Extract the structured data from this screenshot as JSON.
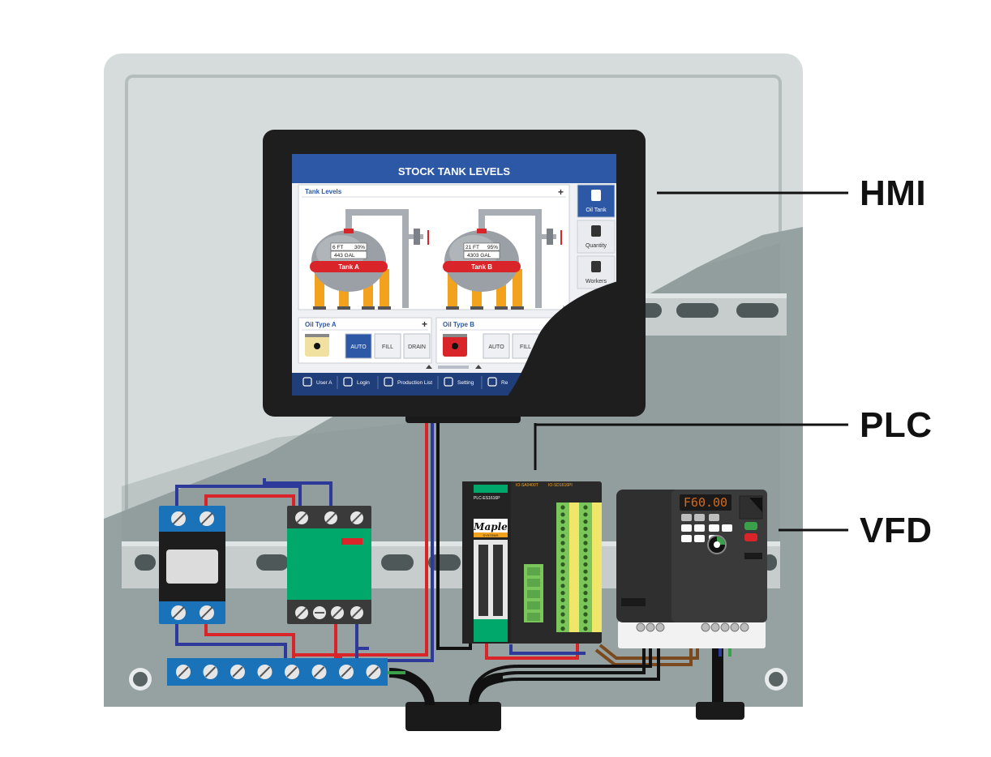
{
  "callouts": {
    "hmi": "HMI",
    "plc": "PLC",
    "vfd": "VFD"
  },
  "hmi_screen": {
    "title": "STOCK TANK LEVELS",
    "tank_panel_title": "Tank Levels",
    "plus_symbol": "+",
    "tanks": [
      {
        "name": "Tank A",
        "level_ft": "6 FT",
        "percent": "30%",
        "gallons": "443 GAL"
      },
      {
        "name": "Tank B",
        "level_ft": "21 FT",
        "percent": "95%",
        "gallons": "4303 GAL"
      }
    ],
    "side_menu": [
      {
        "label": "Oil Tank",
        "icon": "oil-tank-icon",
        "active": true
      },
      {
        "label": "Quantity",
        "icon": "quantity-icon",
        "active": false
      },
      {
        "label": "Workers",
        "icon": "workers-icon",
        "active": false
      }
    ],
    "oil_types": [
      {
        "title": "Oil Type A",
        "buttons": [
          "AUTO",
          "FILL",
          "DRAIN"
        ],
        "active": "AUTO"
      },
      {
        "title": "Oil Type B",
        "buttons": [
          "AUTO",
          "FILL"
        ],
        "active": ""
      }
    ],
    "bottom_bar": [
      {
        "label": "User A",
        "icon": "user-icon"
      },
      {
        "label": "Login",
        "icon": "lock-icon"
      },
      {
        "label": "Production List",
        "icon": "list-icon"
      },
      {
        "label": "Setting",
        "icon": "gear-icon"
      },
      {
        "label": "Re",
        "icon": "refresh-icon"
      }
    ]
  },
  "plc": {
    "model_label": "PLC-ES1616P",
    "brand": "Maple",
    "brand_sub": "SYSTEMS",
    "module1_label": "IO-SA0400T",
    "module2_label": "IO-SD1616PI"
  },
  "vfd": {
    "display": "F60.00"
  },
  "colors": {
    "enclosure": "#d6dcdc",
    "enclosure_shadow": "#96a2a2",
    "hmi_header": "#2c58a6",
    "hmi_bottom_bar": "#1f3e7a",
    "tank_band": "#d9252a",
    "tank_legs": "#f3a21d",
    "terminal_blue": "#1a73b8",
    "contactor_green": "#00a86b",
    "terminal_green": "#7ac65a",
    "wire_red": "#d9252a",
    "wire_blue": "#2e3a9a",
    "wire_brown": "#7a4a1e",
    "wire_green": "#3aa04a"
  }
}
